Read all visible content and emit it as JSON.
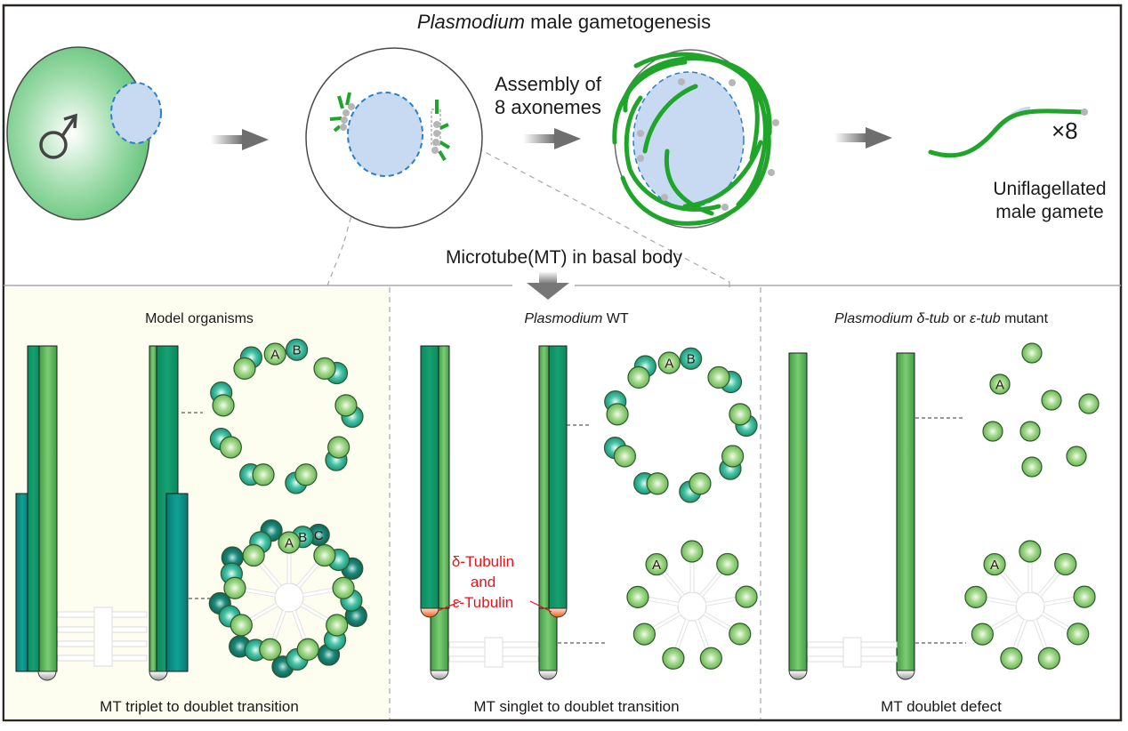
{
  "figure": {
    "title_italic": "Plasmodium",
    "title_rest": " male gametogenesis",
    "assembly_line1": "Assembly of",
    "assembly_line2": "8 axonemes",
    "multiplier": "×8",
    "gamete_line1": "Uniflagellated",
    "gamete_line2": "male gamete",
    "male_symbol": "♂",
    "mt_label": "Microtube(MT) in basal body"
  },
  "panels": [
    {
      "id": "model",
      "title_italic": "",
      "title_rest": "Model organisms",
      "footer": "MT triplet to doublet  transition",
      "background": "#fdfdf0"
    },
    {
      "id": "wt",
      "title_italic": "Plasmodium",
      "title_rest": " WT",
      "footer": "MT singlet to doublet transition",
      "annotation_line1": "δ-Tubulin",
      "annotation_line2": "and",
      "annotation_line3": "ε-Tubulin",
      "annotation_color": "#e8141c"
    },
    {
      "id": "mutant",
      "title_italic": "Plasmodium",
      "title_mid1": " δ-tub",
      "title_or": " or ",
      "title_mid2": "ε-tub",
      "title_rest": " mutant",
      "footer": "MT doublet defect"
    }
  ],
  "tubule_labels": {
    "a": "A",
    "b": "B",
    "c": "C"
  },
  "colors": {
    "a_tubule": "#6cc26c",
    "b_tubule": "#1aa58a",
    "c_tubule": "#0b6e66",
    "nucleus": "#c7daf2",
    "nucleus_border": "#2a7fc9",
    "flagellum": "#1fa52a",
    "arrow": "#7a7a7a",
    "orange_cap": "#f07840"
  }
}
